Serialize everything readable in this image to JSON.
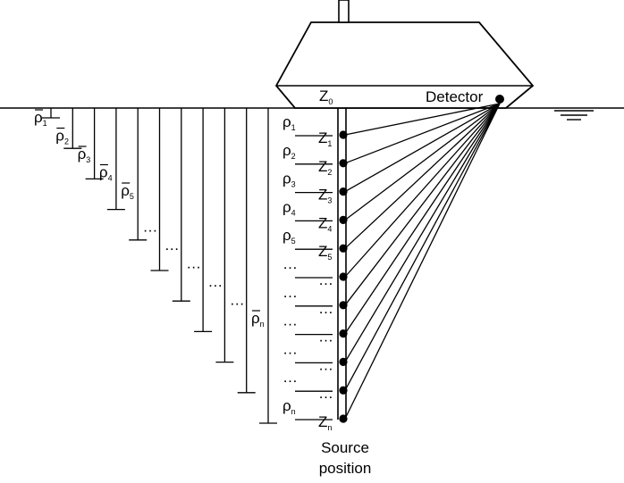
{
  "surface": {
    "ground_label": ""
  },
  "tool": {
    "top_label": "Z",
    "top_label_sub": "0",
    "detector_label": "Detector"
  },
  "borehole": {
    "depth_labels": [
      {
        "z": "Z",
        "sub": "1"
      },
      {
        "z": "Z",
        "sub": "2"
      },
      {
        "z": "Z",
        "sub": "3"
      },
      {
        "z": "Z",
        "sub": "4"
      },
      {
        "z": "Z",
        "sub": "5"
      },
      {
        "z": "…",
        "sub": ""
      },
      {
        "z": "…",
        "sub": ""
      },
      {
        "z": "…",
        "sub": ""
      },
      {
        "z": "…",
        "sub": ""
      },
      {
        "z": "…",
        "sub": ""
      },
      {
        "z": "Z",
        "sub": "n"
      }
    ],
    "layer_labels": [
      {
        "rho": "ρ",
        "sub": "1"
      },
      {
        "rho": "ρ",
        "sub": "2"
      },
      {
        "rho": "ρ",
        "sub": "3"
      },
      {
        "rho": "ρ",
        "sub": "4"
      },
      {
        "rho": "ρ",
        "sub": "5"
      },
      {
        "rho": "…",
        "sub": ""
      },
      {
        "rho": "…",
        "sub": ""
      },
      {
        "rho": "…",
        "sub": ""
      },
      {
        "rho": "…",
        "sub": ""
      },
      {
        "rho": "…",
        "sub": ""
      },
      {
        "rho": "ρ",
        "sub": "n"
      }
    ],
    "source_label_line1": "Source",
    "source_label_line2": "position"
  },
  "averages": {
    "labels": [
      {
        "rho": "ρ",
        "sub": "1"
      },
      {
        "rho": "ρ",
        "sub": "2"
      },
      {
        "rho": "ρ",
        "sub": "3"
      },
      {
        "rho": "ρ",
        "sub": "4"
      },
      {
        "rho": "ρ",
        "sub": "5"
      },
      {
        "rho": "…",
        "sub": ""
      },
      {
        "rho": "…",
        "sub": ""
      },
      {
        "rho": "…",
        "sub": ""
      },
      {
        "rho": "…",
        "sub": ""
      },
      {
        "rho": "…",
        "sub": ""
      },
      {
        "rho": "ρ",
        "sub": "n"
      }
    ]
  }
}
